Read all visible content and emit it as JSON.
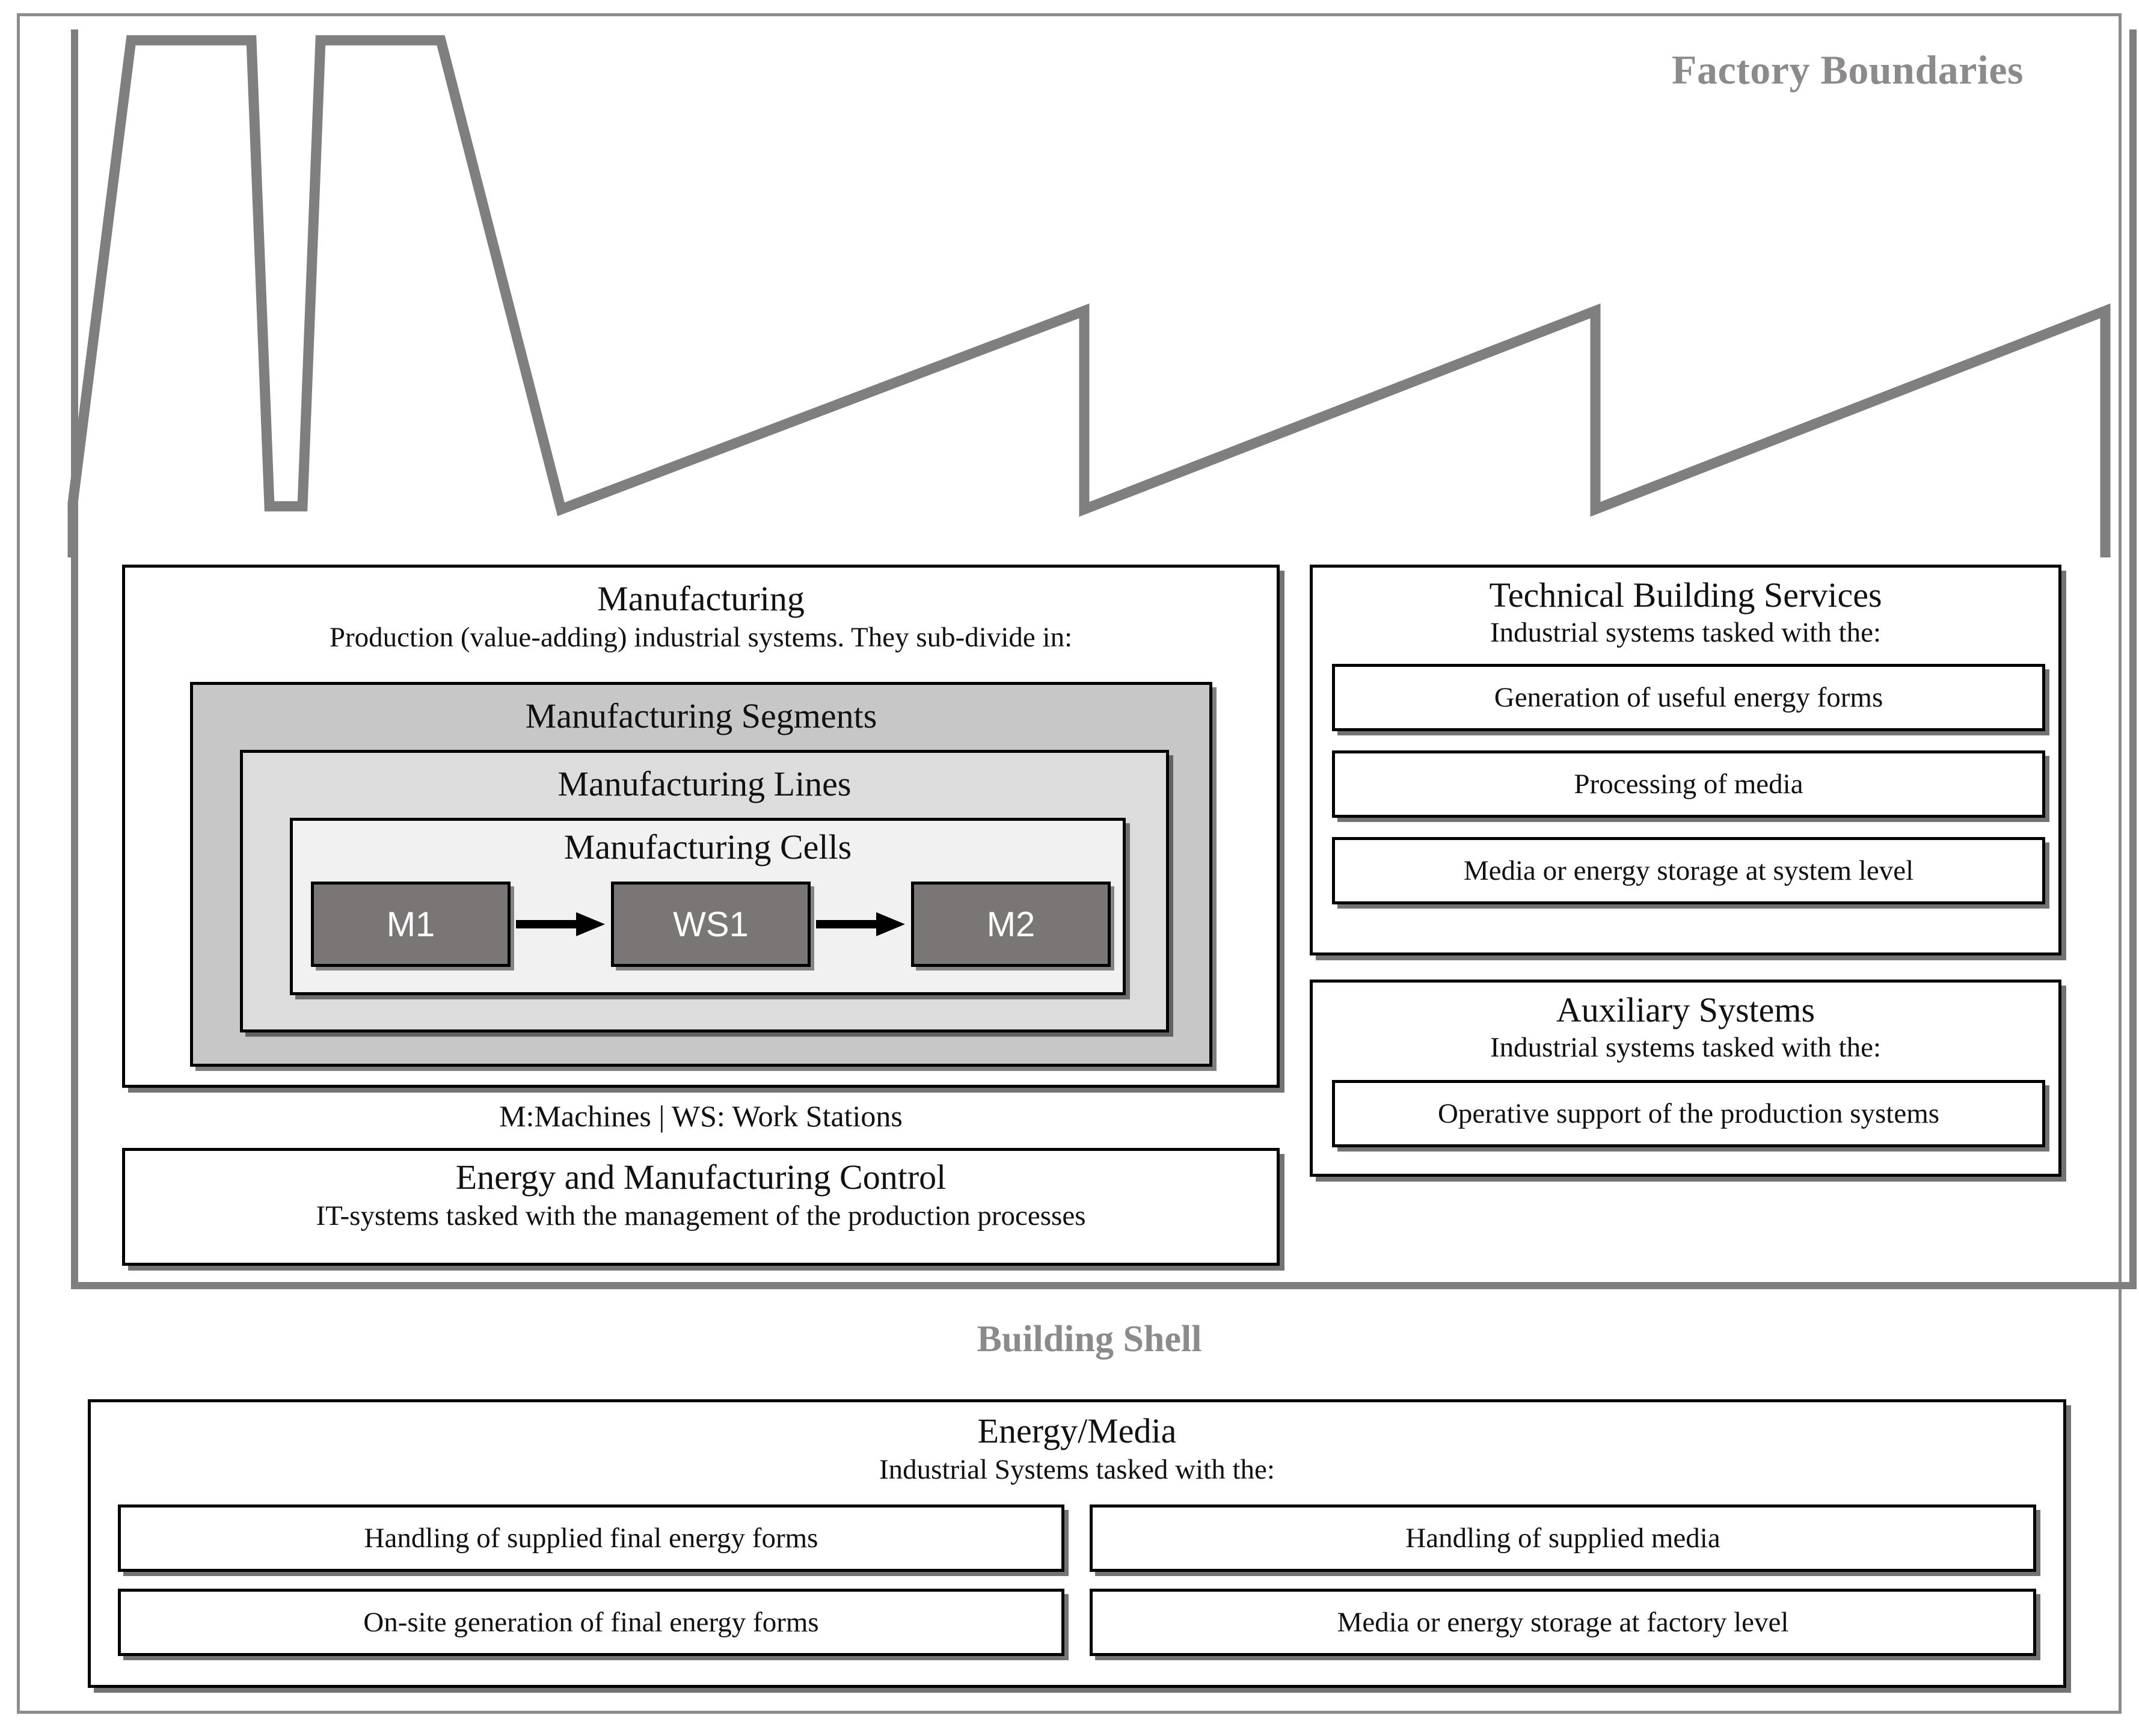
{
  "factory": {
    "boundaries_label": "Factory Boundaries",
    "building_shell_label": "Building Shell"
  },
  "manufacturing": {
    "title": "Manufacturing",
    "subtitle": "Production (value-adding) industrial systems. They sub-divide in:",
    "segments_title": "Manufacturing Segments",
    "lines_title": "Manufacturing Lines",
    "cells_title": "Manufacturing Cells",
    "units": [
      {
        "label": "M1"
      },
      {
        "label": "WS1"
      },
      {
        "label": "M2"
      }
    ],
    "legend": "M:Machines | WS: Work Stations"
  },
  "energy_manufacturing_control": {
    "title": "Energy and Manufacturing Control",
    "subtitle": "IT-systems tasked with the management of the production processes"
  },
  "technical_building_services": {
    "title": "Technical Building Services",
    "subtitle": "Industrial systems tasked with the:",
    "items": [
      "Generation of useful energy forms",
      "Processing of media",
      "Media or energy storage at system level"
    ]
  },
  "auxiliary_systems": {
    "title": "Auxiliary Systems",
    "subtitle": "Industrial systems tasked with the:",
    "items": [
      "Operative support of the production systems"
    ]
  },
  "energy_media": {
    "title": "Energy/Media",
    "subtitle": "Industrial Systems tasked with the:",
    "items": [
      "Handling of supplied final energy forms",
      "Handling of supplied media",
      "On-site generation of final energy forms",
      "Media or energy storage at factory level"
    ]
  },
  "colors": {
    "boundary_gray": "#7f7f7f",
    "label_gray": "#8c8a8a",
    "segments_fill": "#c7c7c7",
    "lines_fill": "#dcdcdc",
    "cells_fill": "#f1f1f1",
    "unit_fill": "#7a7676",
    "outline": "#000000"
  }
}
